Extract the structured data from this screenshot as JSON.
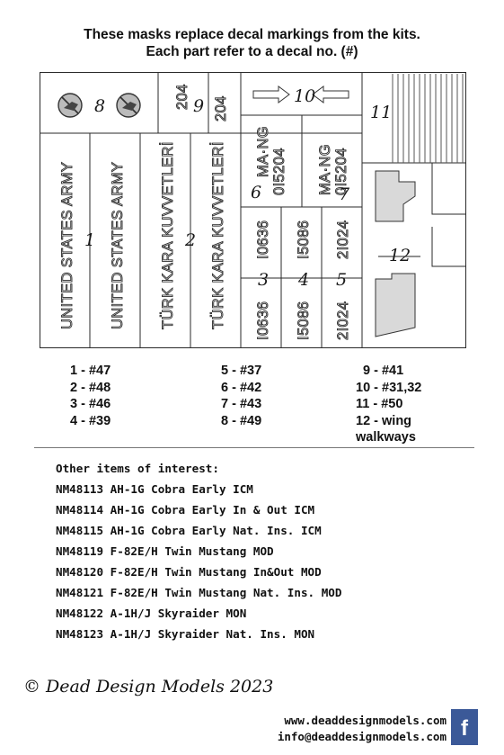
{
  "header": {
    "line1": "These masks replace decal markings from the kits.",
    "line2": "Each part refer to a decal no. (#)"
  },
  "sheet": {
    "labels": {
      "usa": "UNITED STATES ARMY",
      "turk": "TÜRK KARA KUVVETLERİ",
      "n204": "204",
      "mang": "MA·NG",
      "reg6": "0I5204",
      "s10636": "I0636",
      "s15086": "I5086",
      "s21024": "2I024"
    },
    "part_numbers": [
      "1",
      "2",
      "3",
      "4",
      "5",
      "6",
      "7",
      "8",
      "9",
      "10",
      "11",
      "12"
    ]
  },
  "legend": {
    "col1": [
      "1 - #47",
      "2 - #48",
      "3 - #46",
      "4 - #39"
    ],
    "col2": [
      "5 - #37",
      "6 - #42",
      "7 - #43",
      "8 - #49"
    ],
    "col3": [
      "9 - #41",
      "10 - #31,32",
      "11 - #50",
      "12 - wing",
      "walkways"
    ]
  },
  "others": {
    "title": "Other items of interest:",
    "items": [
      "NM48113 AH-1G Cobra Early ICM",
      "NM48114 AH-1G Cobra Early In & Out ICM",
      "NM48115 AH-1G Cobra Early Nat. Ins. ICM",
      "NM48119 F-82E/H Twin Mustang MOD",
      "NM48120 F-82E/H Twin Mustang In&Out MOD",
      "NM48121 F-82E/H Twin Mustang Nat. Ins. MOD",
      "NM48122 A-1H/J Skyraider MON",
      "NM48123 A-1H/J Skyraider Nat. Ins. MON"
    ]
  },
  "footer": {
    "copyright": "© Dead Design Models 2023",
    "website": "www.deaddesignmodels.com",
    "email": "info@deaddesignmodels.com",
    "facebook": "f"
  },
  "icons": [
    "insignia-icon",
    "arrow-right-icon",
    "arrow-left-icon",
    "facebook-icon"
  ]
}
